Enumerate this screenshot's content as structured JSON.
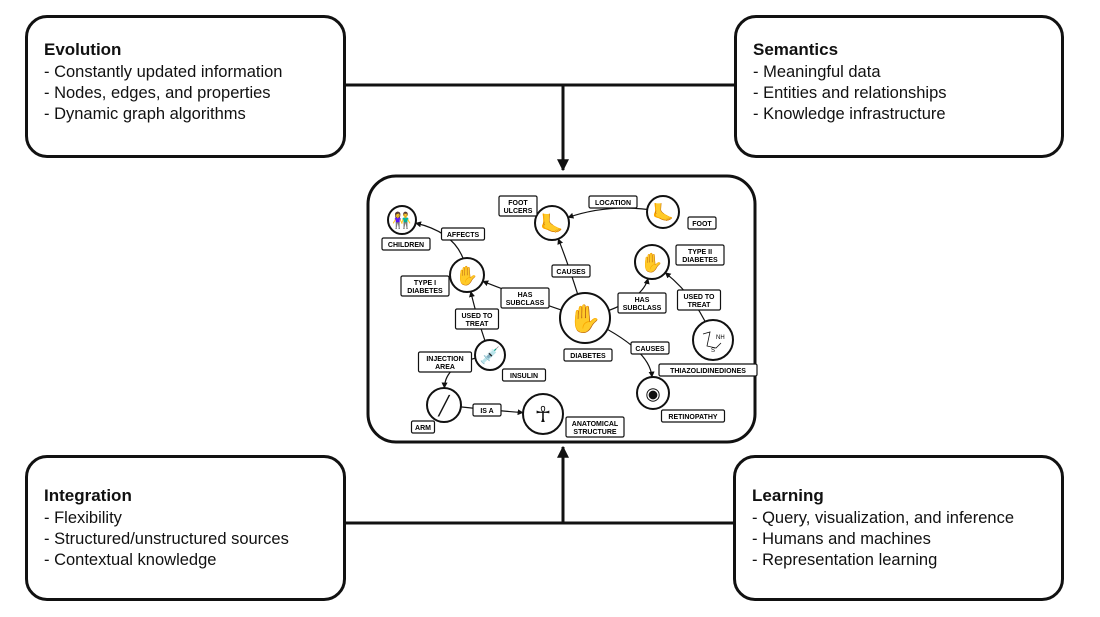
{
  "panels": {
    "evolution": {
      "title": "Evolution",
      "items": [
        "- Constantly updated information",
        "- Nodes, edges, and properties",
        "- Dynamic graph algorithms"
      ]
    },
    "semantics": {
      "title": "Semantics",
      "items": [
        "- Meaningful data",
        "- Entities and relationships",
        "- Knowledge infrastructure"
      ]
    },
    "integration": {
      "title": "Integration",
      "items": [
        "- Flexibility",
        "- Structured/unstructured sources",
        "- Contextual knowledge"
      ]
    },
    "learning": {
      "title": "Learning",
      "items": [
        "- Query, visualization, and inference",
        "- Humans and machines",
        "- Representation learning"
      ]
    }
  },
  "graph": {
    "nodes": [
      {
        "id": "children",
        "label": "CHILDREN",
        "icon": "children-icon"
      },
      {
        "id": "foot-ulcers",
        "label": "FOOT\nULCERS",
        "icon": "foot-icon"
      },
      {
        "id": "foot",
        "label": "FOOT",
        "icon": "foot-icon"
      },
      {
        "id": "type-1-diabetes",
        "label": "TYPE I\nDIABETES",
        "icon": "glucose-meter-icon"
      },
      {
        "id": "type-2-diabetes",
        "label": "TYPE II\nDIABETES",
        "icon": "glucose-meter-icon"
      },
      {
        "id": "diabetes",
        "label": "DIABETES",
        "icon": "glucose-meter-icon"
      },
      {
        "id": "thiazolidinediones",
        "label": "THIAZOLIDINEDIONES",
        "icon": "molecule-icon",
        "molecule_text": [
          "NH",
          "S"
        ]
      },
      {
        "id": "insulin",
        "label": "INSULIN",
        "icon": "syringe-icon"
      },
      {
        "id": "retinopathy",
        "label": "RETINOPATHY",
        "icon": "eye-icon"
      },
      {
        "id": "arm",
        "label": "ARM",
        "icon": "arm-icon"
      },
      {
        "id": "anatomical-structure",
        "label": "ANATOMICAL\nSTRUCTURE",
        "icon": "anatomy-icon"
      }
    ],
    "edges": [
      {
        "from": "type-1-diabetes",
        "to": "children",
        "label": "AFFECTS"
      },
      {
        "from": "diabetes",
        "to": "foot-ulcers",
        "label": "CAUSES"
      },
      {
        "from": "foot",
        "to": "foot-ulcers",
        "label": "LOCATION"
      },
      {
        "from": "diabetes",
        "to": "type-1-diabetes",
        "label": "HAS\nSUBCLASS"
      },
      {
        "from": "diabetes",
        "to": "type-2-diabetes",
        "label": "HAS\nSUBCLASS"
      },
      {
        "from": "thiazolidinediones",
        "to": "type-2-diabetes",
        "label": "USED TO\nTREAT"
      },
      {
        "from": "insulin",
        "to": "type-1-diabetes",
        "label": "USED TO\nTREAT"
      },
      {
        "from": "diabetes",
        "to": "retinopathy",
        "label": "CAUSES"
      },
      {
        "from": "insulin",
        "to": "arm",
        "label": "INJECTION\nAREA"
      },
      {
        "from": "arm",
        "to": "anatomical-structure",
        "label": "IS A"
      }
    ]
  }
}
